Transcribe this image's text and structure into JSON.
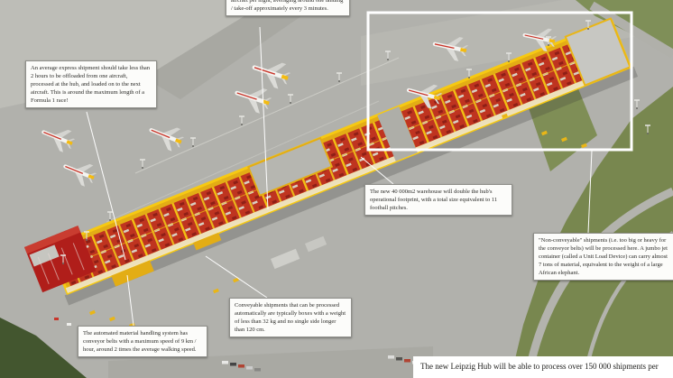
{
  "scene": {
    "label": "Aerial rendering of the DHL Leipzig air-cargo hub with annotated facts"
  },
  "annotations": {
    "flights": {
      "text": "aircraft per night, averaging around one landing / take-off approximately every 3 minutes."
    },
    "express": {
      "text": "An average express shipment should take less than 2 hours to be offloaded from one aircraft, processed at the hub, and loaded on to the next aircraft. This is around the maximum length of a Formula 1 race!"
    },
    "warehouse": {
      "text": "The new 40 000m2 warehouse will double the hub's operational footprint, with a total size equivalent to 11 football pitches."
    },
    "non_conveyable": {
      "text": "\"Non-conveyable\" shipments (i.e. too big or heavy for the conveyor belts) will be processed here. A jumbo jet container (called a Unit Load Device) can carry almost 7 tons of material, equivalent to the weight of a large African elephant."
    },
    "conveyable": {
      "text": "Conveyable shipments that can be processed automatically are typically boxes with a weight of less than 32 kg and no single side longer than 120 cm."
    },
    "conveyor_speed": {
      "text": "The automated material handling system has conveyor belts with a maximum speed of 9 km / hour, around 2 times the average walking speed."
    }
  },
  "caption": {
    "text": "The new Leipzig Hub will be able to process over 150 000 shipments per"
  },
  "colors": {
    "dhl_yellow": "#E3AD15",
    "dhl_red": "#B01E1A",
    "tarmac": "#B1B1AC",
    "grass": "#78874F",
    "highlight": "#FFFFFF"
  }
}
